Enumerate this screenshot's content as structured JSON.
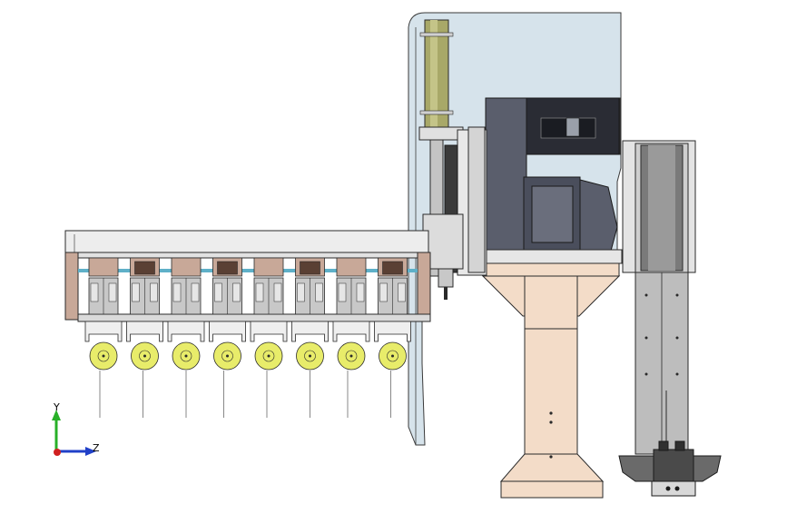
{
  "viewport": {
    "background": "#ffffff",
    "colors": {
      "outline": "#2a2a2a",
      "frame_fill": "#e9e9e9",
      "gripper_plate": "#c8a898",
      "cylinder_block": "#c8c8c8",
      "dark_block": "#5a4034",
      "cyan_strip": "#5fb0c8",
      "roller": "#e8ec6a",
      "pedestal": "#f3dcc8",
      "glass_cover": "#b8ccd8",
      "motor_body": "#5a5e6c",
      "servo_black": "#2a2c34",
      "steel_column": "#c0c0c0",
      "olive_cylinder": "#a8a868"
    }
  },
  "triad": {
    "axis_y_label": "Y",
    "axis_z_label": "Z",
    "axis_y_color": "#28b028",
    "axis_z_color": "#2040c8",
    "axis_x_color": "#d02020"
  },
  "gripper_array": {
    "unit_count": 8,
    "needle_count": 8
  }
}
